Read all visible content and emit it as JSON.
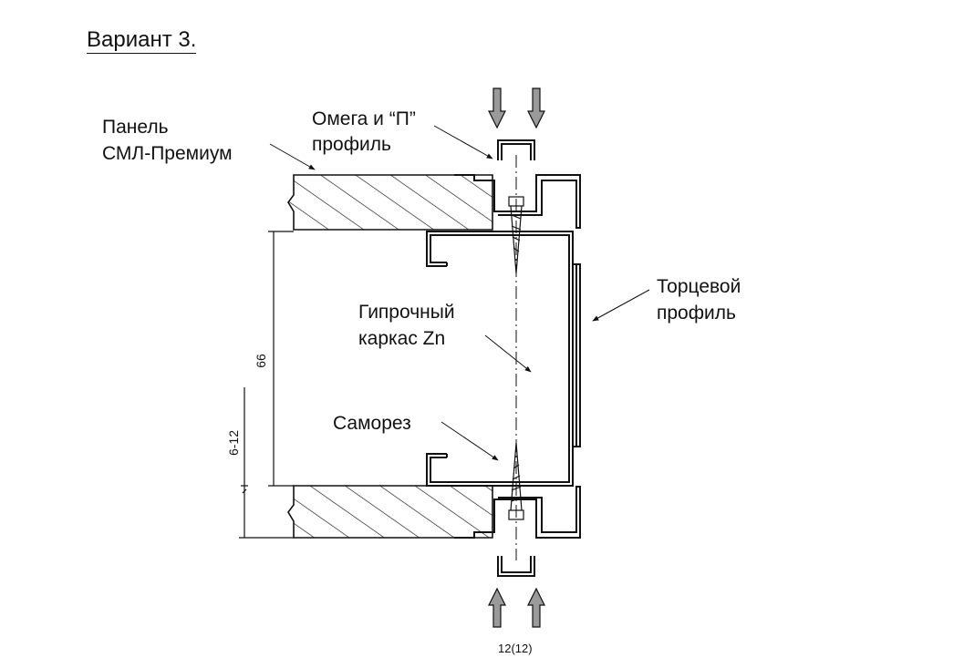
{
  "title": "Вариант 3.",
  "labels": {
    "panel_line1": "Панель",
    "panel_line2": "СМЛ-Премиум",
    "omega_line1": "Омега и “П”",
    "omega_line2": "профиль",
    "end_line1": "Торцевой",
    "end_line2": "профиль",
    "frame_line1": "Гипрочный",
    "frame_line2": "каркас Zn",
    "screw": "Саморез"
  },
  "dimensions": {
    "height": "66",
    "joint": "6-12",
    "width": "12(12)"
  },
  "colors": {
    "line": "#111111",
    "arrow_fill": "#9a9a9a"
  }
}
